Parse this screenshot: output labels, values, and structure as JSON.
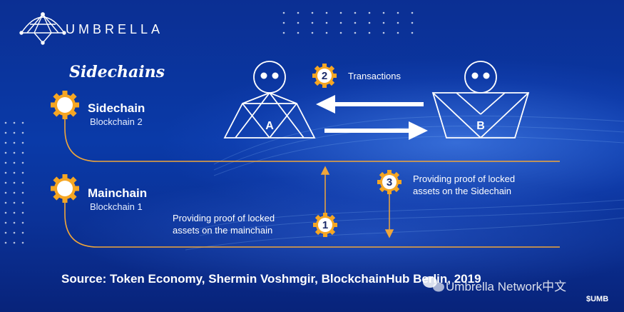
{
  "brand": {
    "name": "UMBRELLA",
    "logo_icon": "umbrella-network-logo"
  },
  "title": "Sidechains",
  "chains": {
    "sidechain": {
      "name": "Sidechain",
      "subtitle": "Blockchain 2"
    },
    "mainchain": {
      "name": "Mainchain",
      "subtitle": "Blockchain 1"
    }
  },
  "nodes": {
    "a": "A",
    "b": "B"
  },
  "steps": [
    {
      "number": "1",
      "line1": "Providing proof of locked",
      "line2": "assets on the mainchain"
    },
    {
      "number": "2",
      "line1": "Transactions"
    },
    {
      "number": "3",
      "line1": "Providing proof of locked",
      "line2": "assets on the Sidechain"
    }
  ],
  "source": "Source: Token Economy, Shermin Voshmgir, BlockchainHub Berlin, 2019",
  "watermark": "Umbrella Network中文",
  "ticker": "$UMB",
  "colors": {
    "accent": "#f5a623",
    "line": "#f0a63a",
    "background": "#0a2f8c"
  }
}
